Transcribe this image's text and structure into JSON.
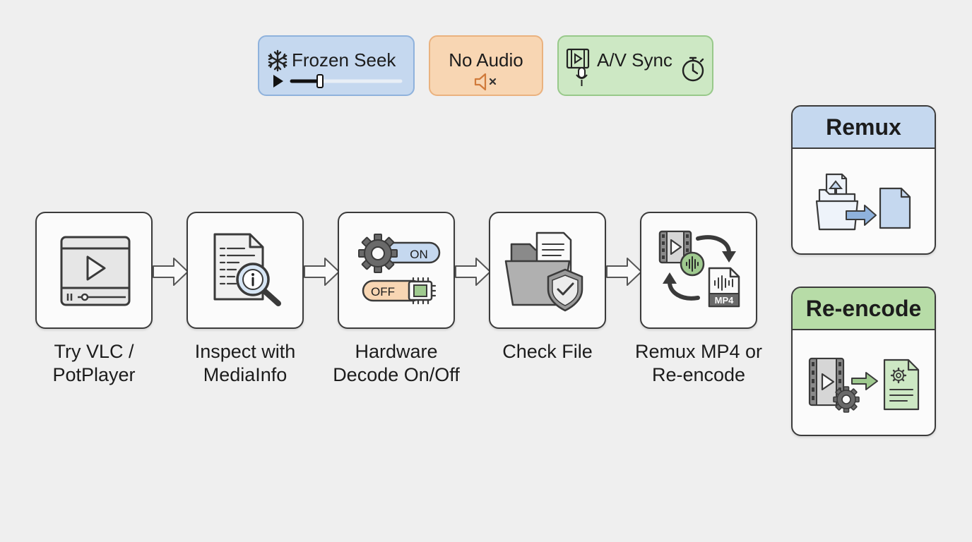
{
  "symptoms": [
    {
      "label": "Frozen Seek",
      "icon": "snowflake-icon",
      "color": "#c5d8ef"
    },
    {
      "label": "No Audio",
      "icon": "muted-speaker-icon",
      "color": "#f8d6b3"
    },
    {
      "label": "A/V Sync",
      "icon": "film-mic-stopwatch-icon",
      "color": "#cde8c4"
    }
  ],
  "steps": [
    {
      "label": "Try VLC / PotPlayer",
      "icon": "video-player-icon"
    },
    {
      "label": "Inspect with MediaInfo",
      "icon": "document-magnifier-info-icon"
    },
    {
      "label": "Hardware Decode On/Off",
      "icon": "gear-chip-toggle-icon",
      "toggle_on": "ON",
      "toggle_off": "OFF"
    },
    {
      "label": "Check File",
      "icon": "folder-shield-icon"
    },
    {
      "label": "Remux MP4 or Re-encode",
      "icon": "convert-mp4-icon",
      "file_tag": "MP4"
    }
  ],
  "outcomes": [
    {
      "title": "Remux",
      "icon": "folder-to-file-icon",
      "color": "#c5d8ef"
    },
    {
      "title": "Re-encode",
      "icon": "film-gear-to-file-icon",
      "color": "#b7dca7"
    }
  ]
}
